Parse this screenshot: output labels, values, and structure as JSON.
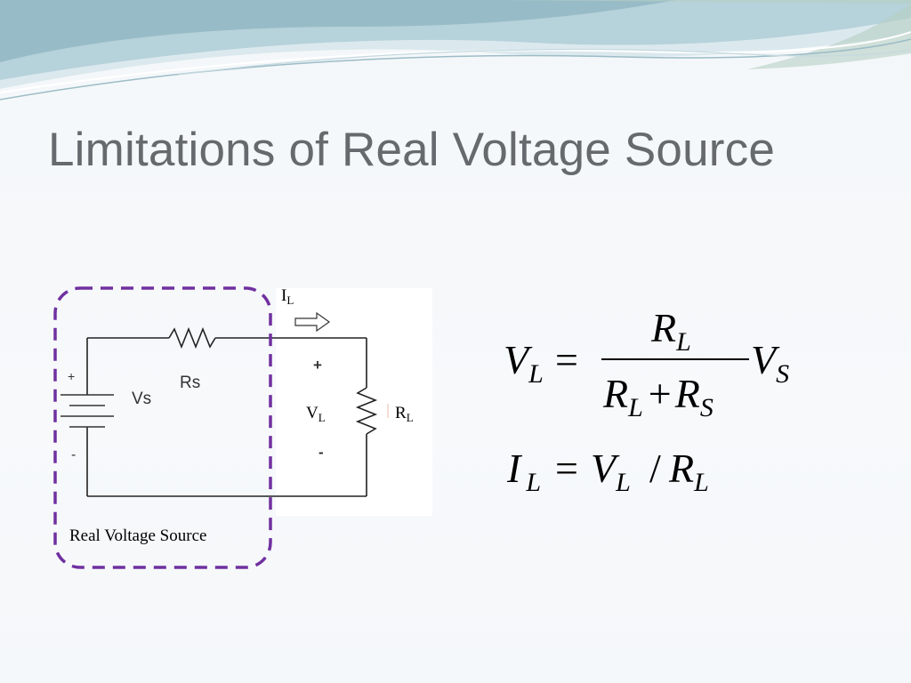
{
  "slide": {
    "title": "Limitations of Real Voltage Source"
  },
  "circuit": {
    "current_label": "I",
    "current_sub": "L",
    "source_label": "Vs",
    "series_resistor_label": "Rs",
    "plus_sign": "+",
    "minus_sign": "-",
    "terminal_plus": "+",
    "terminal_minus": "-",
    "load_voltage_label": "V",
    "load_voltage_sub": "L",
    "load_resistor_label": "R",
    "load_resistor_sub": "L",
    "box_caption": "Real Voltage Source",
    "box_color": "#7030a0"
  },
  "equations": {
    "eq1": {
      "lhs": "V",
      "lhs_sub": "L",
      "equals": "=",
      "num": "R",
      "num_sub": "L",
      "den_a": "R",
      "den_a_sub": "L",
      "den_plus": "+",
      "den_b": "R",
      "den_b_sub": "S",
      "rhs": "V",
      "rhs_sub": "S"
    },
    "eq2": {
      "lhs": "I",
      "lhs_sub": "L",
      "equals": "=",
      "v": "V",
      "v_sub": "L",
      "slash": "/",
      "r": "R",
      "r_sub": "L"
    }
  },
  "colors": {
    "title": "#666a6e",
    "accent": "#7030a0",
    "swoosh_teal": "#8fb8c4",
    "swoosh_light": "#cfe2e8"
  }
}
